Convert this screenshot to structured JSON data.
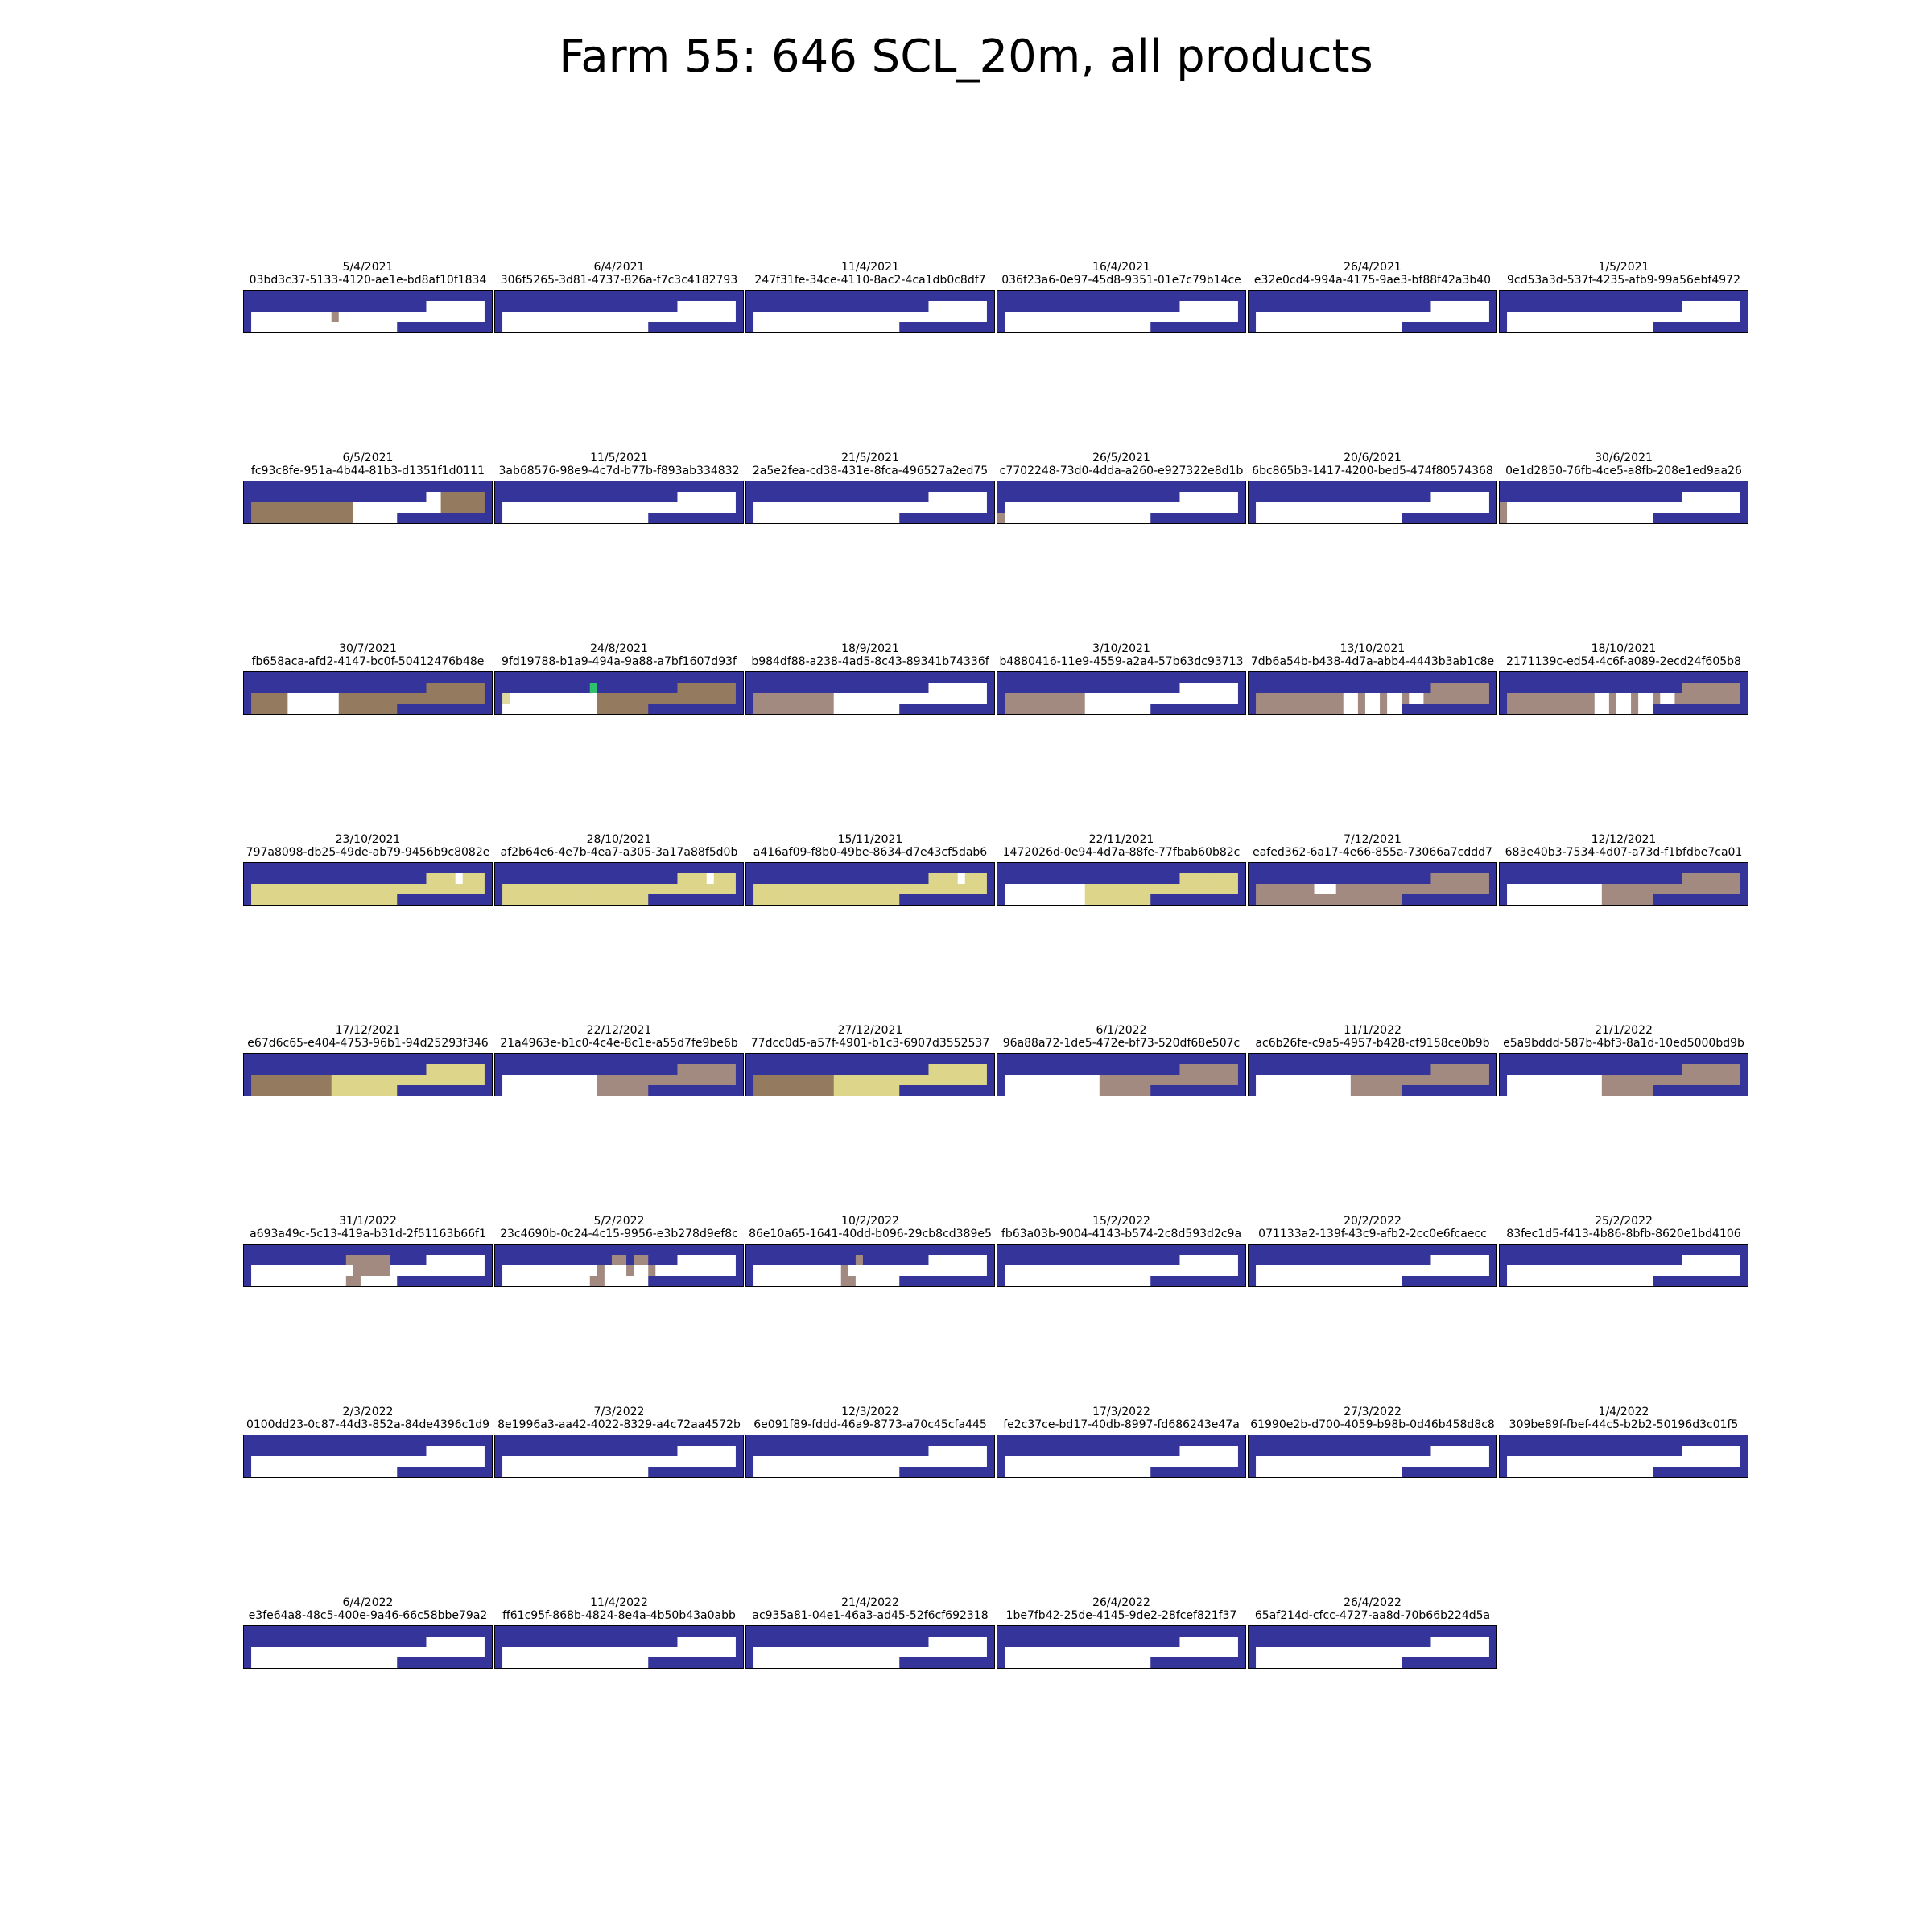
{
  "title": "Farm 55: 646 SCL_20m, all products",
  "colors": {
    "cloud_shadow": "#34349a",
    "cloud": "#ffffff",
    "bare_soil": "#947a5e",
    "bare_soil_light": "#a28a80",
    "vegetation": "#dcd58a",
    "water_green": "#2fc26e",
    "yellow_light": "#e0d9a0"
  },
  "chart_data": {
    "type": "heatmap",
    "title": "Farm 55: 646 SCL_20m, all products",
    "grid": "6 columns x 8 rows of small raster panels",
    "panels": [
      {
        "date": "5/4/2021",
        "id": "03bd3c37-5133-4120-ae1e-bd8af10f1834",
        "fill": "cloud",
        "patches": [
          {
            "c": "bare_soil_light",
            "r": 2,
            "col": 12
          }
        ]
      },
      {
        "date": "6/4/2021",
        "id": "306f5265-3d81-4737-826a-f7c3c4182793",
        "fill": "cloud",
        "patches": []
      },
      {
        "date": "11/4/2021",
        "id": "247f31fe-34ce-4110-8ac2-4ca1db0c8df7",
        "fill": "cloud",
        "patches": []
      },
      {
        "date": "16/4/2021",
        "id": "036f23a6-0e97-45d8-9351-01e7c79b14ce",
        "fill": "cloud",
        "patches": []
      },
      {
        "date": "26/4/2021",
        "id": "e32e0cd4-994a-4175-9ae3-bf88f42a3b40",
        "fill": "cloud",
        "patches": []
      },
      {
        "date": "1/5/2021",
        "id": "9cd53a3d-537f-4235-afb9-99a56ebf4972",
        "fill": "cloud",
        "patches": []
      },
      {
        "date": "6/5/2021",
        "id": "fc93c8fe-951a-4b44-81b3-d1351f1d0111",
        "fill": "mix_soil",
        "patches": []
      },
      {
        "date": "11/5/2021",
        "id": "3ab68576-98e9-4c7d-b77b-f893ab334832",
        "fill": "cloud",
        "patches": []
      },
      {
        "date": "21/5/2021",
        "id": "2a5e2fea-cd38-431e-8fca-496527a2ed75",
        "fill": "cloud",
        "patches": []
      },
      {
        "date": "26/5/2021",
        "id": "c7702248-73d0-4dda-a260-e927322e8d1b",
        "fill": "cloud",
        "patches": [
          {
            "c": "bare_soil_light",
            "r": 3,
            "col": 0
          }
        ]
      },
      {
        "date": "20/6/2021",
        "id": "6bc865b3-1417-4200-bed5-474f80574368",
        "fill": "cloud",
        "patches": []
      },
      {
        "date": "30/6/2021",
        "id": "0e1d2850-76fb-4ce5-a8fb-208e1ed9aa26",
        "fill": "cloud",
        "patches": [
          {
            "c": "bare_soil_light",
            "r": 2,
            "col": 0
          },
          {
            "c": "bare_soil_light",
            "r": 3,
            "col": 0
          }
        ]
      },
      {
        "date": "30/7/2021",
        "id": "fb658aca-afd2-4147-bc0f-50412476b48e",
        "fill": "mix_soil2",
        "patches": []
      },
      {
        "date": "24/8/2021",
        "id": "9fd19788-b1a9-494a-9a88-a7bf1607d93f",
        "fill": "right_soil",
        "patches": [
          {
            "c": "water_green",
            "r": 1,
            "col": 13
          },
          {
            "c": "yellow_light",
            "r": 2,
            "col": 1
          }
        ]
      },
      {
        "date": "18/9/2021",
        "id": "b984df88-a238-4ad5-8c43-89341b74336f",
        "fill": "left_soil",
        "patches": []
      },
      {
        "date": "3/10/2021",
        "id": "b4880416-11e9-4559-a2a4-57b63dc93713",
        "fill": "left_soil",
        "patches": []
      },
      {
        "date": "13/10/2021",
        "id": "7db6a54b-b438-4d7a-abb4-4443b3ab1c8e",
        "fill": "mix_soil3",
        "patches": []
      },
      {
        "date": "18/10/2021",
        "id": "2171139c-ed54-4c6f-a089-2ecd24f605b8",
        "fill": "mix_soil3",
        "patches": []
      },
      {
        "date": "23/10/2021",
        "id": "797a8098-db25-49de-ab79-9456b9c8082e",
        "fill": "veg",
        "patches": []
      },
      {
        "date": "28/10/2021",
        "id": "af2b64e6-4e7b-4ea7-a305-3a17a88f5d0b",
        "fill": "veg",
        "patches": []
      },
      {
        "date": "15/11/2021",
        "id": "a416af09-f8b0-49be-8634-d7e43cf5dab6",
        "fill": "veg",
        "patches": []
      },
      {
        "date": "22/11/2021",
        "id": "1472026d-0e94-4d7a-88fe-77fbab60b82c",
        "fill": "veg_right",
        "patches": []
      },
      {
        "date": "7/12/2021",
        "id": "eafed362-6a17-4e66-855a-73066a7cddd7",
        "fill": "soil_all",
        "patches": []
      },
      {
        "date": "12/12/2021",
        "id": "683e40b3-7534-4d07-a73d-f1bfdbe7ca01",
        "fill": "soil_right",
        "patches": []
      },
      {
        "date": "17/12/2021",
        "id": "e67d6c65-e404-4753-96b1-94d25293f346",
        "fill": "veg_left_soil",
        "patches": []
      },
      {
        "date": "22/12/2021",
        "id": "21a4963e-b1c0-4c4e-8c1e-a55d7fe9be6b",
        "fill": "soil_right",
        "patches": []
      },
      {
        "date": "27/12/2021",
        "id": "77dcc0d5-a57f-4901-b1c3-6907d3552537",
        "fill": "veg_left_soil",
        "patches": []
      },
      {
        "date": "6/1/2022",
        "id": "96a88a72-1de5-472e-bf73-520df68e507c",
        "fill": "soil_right",
        "patches": []
      },
      {
        "date": "11/1/2022",
        "id": "ac6b26fe-c9a5-4957-b428-cf9158ce0b9b",
        "fill": "soil_right",
        "patches": []
      },
      {
        "date": "21/1/2022",
        "id": "e5a9bddd-587b-4bf3-8a1d-10ed5000bd9b",
        "fill": "soil_right",
        "patches": []
      },
      {
        "date": "31/1/2022",
        "id": "a693a49c-5c13-419a-b31d-2f51163b66f1",
        "fill": "cloud",
        "patches": [
          {
            "c": "bare_soil_light",
            "r": 1,
            "col": 14
          },
          {
            "c": "bare_soil_light",
            "r": 1,
            "col": 15
          },
          {
            "c": "bare_soil_light",
            "r": 1,
            "col": 16
          },
          {
            "c": "bare_soil_light",
            "r": 1,
            "col": 17
          },
          {
            "c": "bare_soil_light",
            "r": 1,
            "col": 18
          },
          {
            "c": "bare_soil_light",
            "r": 1,
            "col": 19
          },
          {
            "c": "bare_soil_light",
            "r": 2,
            "col": 15
          },
          {
            "c": "bare_soil_light",
            "r": 2,
            "col": 16
          },
          {
            "c": "bare_soil_light",
            "r": 2,
            "col": 17
          },
          {
            "c": "bare_soil_light",
            "r": 2,
            "col": 18
          },
          {
            "c": "bare_soil_light",
            "r": 2,
            "col": 19
          },
          {
            "c": "bare_soil_light",
            "r": 3,
            "col": 14
          },
          {
            "c": "bare_soil_light",
            "r": 3,
            "col": 15
          }
        ]
      },
      {
        "date": "5/2/2022",
        "id": "23c4690b-0c24-4c15-9956-e3b278d9ef8c",
        "fill": "cloud",
        "patches": [
          {
            "c": "bare_soil_light",
            "r": 1,
            "col": 16
          },
          {
            "c": "bare_soil_light",
            "r": 1,
            "col": 17
          },
          {
            "c": "bare_soil_light",
            "r": 1,
            "col": 19
          },
          {
            "c": "bare_soil_light",
            "r": 1,
            "col": 20
          },
          {
            "c": "bare_soil_light",
            "r": 2,
            "col": 14
          },
          {
            "c": "bare_soil_light",
            "r": 2,
            "col": 18
          },
          {
            "c": "bare_soil_light",
            "r": 2,
            "col": 21
          },
          {
            "c": "bare_soil_light",
            "r": 3,
            "col": 13
          },
          {
            "c": "bare_soil_light",
            "r": 3,
            "col": 14
          }
        ]
      },
      {
        "date": "10/2/2022",
        "id": "86e10a65-1641-40dd-b096-29cb8cd389e5",
        "fill": "cloud",
        "patches": [
          {
            "c": "bare_soil_light",
            "r": 1,
            "col": 15
          },
          {
            "c": "bare_soil_light",
            "r": 2,
            "col": 13
          },
          {
            "c": "bare_soil_light",
            "r": 3,
            "col": 13
          },
          {
            "c": "bare_soil_light",
            "r": 3,
            "col": 14
          }
        ]
      },
      {
        "date": "15/2/2022",
        "id": "fb63a03b-9004-4143-b574-2c8d593d2c9a",
        "fill": "cloud",
        "patches": []
      },
      {
        "date": "20/2/2022",
        "id": "071133a2-139f-43c9-afb2-2cc0e6fcaecc",
        "fill": "cloud",
        "patches": []
      },
      {
        "date": "25/2/2022",
        "id": "83fec1d5-f413-4b86-8bfb-8620e1bd4106",
        "fill": "cloud",
        "patches": []
      },
      {
        "date": "2/3/2022",
        "id": "0100dd23-0c87-44d3-852a-84de4396c1d9",
        "fill": "cloud",
        "patches": []
      },
      {
        "date": "7/3/2022",
        "id": "8e1996a3-aa42-4022-8329-a4c72aa4572b",
        "fill": "cloud",
        "patches": []
      },
      {
        "date": "12/3/2022",
        "id": "6e091f89-fddd-46a9-8773-a70c45cfa445",
        "fill": "cloud",
        "patches": []
      },
      {
        "date": "17/3/2022",
        "id": "fe2c37ce-bd17-40db-8997-fd686243e47a",
        "fill": "cloud",
        "patches": []
      },
      {
        "date": "27/3/2022",
        "id": "61990e2b-d700-4059-b98b-0d46b458d8c8",
        "fill": "cloud",
        "patches": []
      },
      {
        "date": "1/4/2022",
        "id": "309be89f-fbef-44c5-b2b2-50196d3c01f5",
        "fill": "cloud",
        "patches": []
      },
      {
        "date": "6/4/2022",
        "id": "e3fe64a8-48c5-400e-9a46-66c58bbe79a2",
        "fill": "cloud",
        "patches": []
      },
      {
        "date": "11/4/2022",
        "id": "ff61c95f-868b-4824-8e4a-4b50b43a0abb",
        "fill": "cloud",
        "patches": []
      },
      {
        "date": "21/4/2022",
        "id": "ac935a81-04e1-46a3-ad45-52f6cf692318",
        "fill": "cloud",
        "patches": []
      },
      {
        "date": "26/4/2022",
        "id": "1be7fb42-25de-4145-9de2-28fcef821f37",
        "fill": "cloud",
        "patches": []
      },
      {
        "date": "26/4/2022",
        "id": "65af214d-cfcc-4727-aa8d-70b66b224d5a",
        "fill": "cloud",
        "patches": []
      }
    ]
  }
}
